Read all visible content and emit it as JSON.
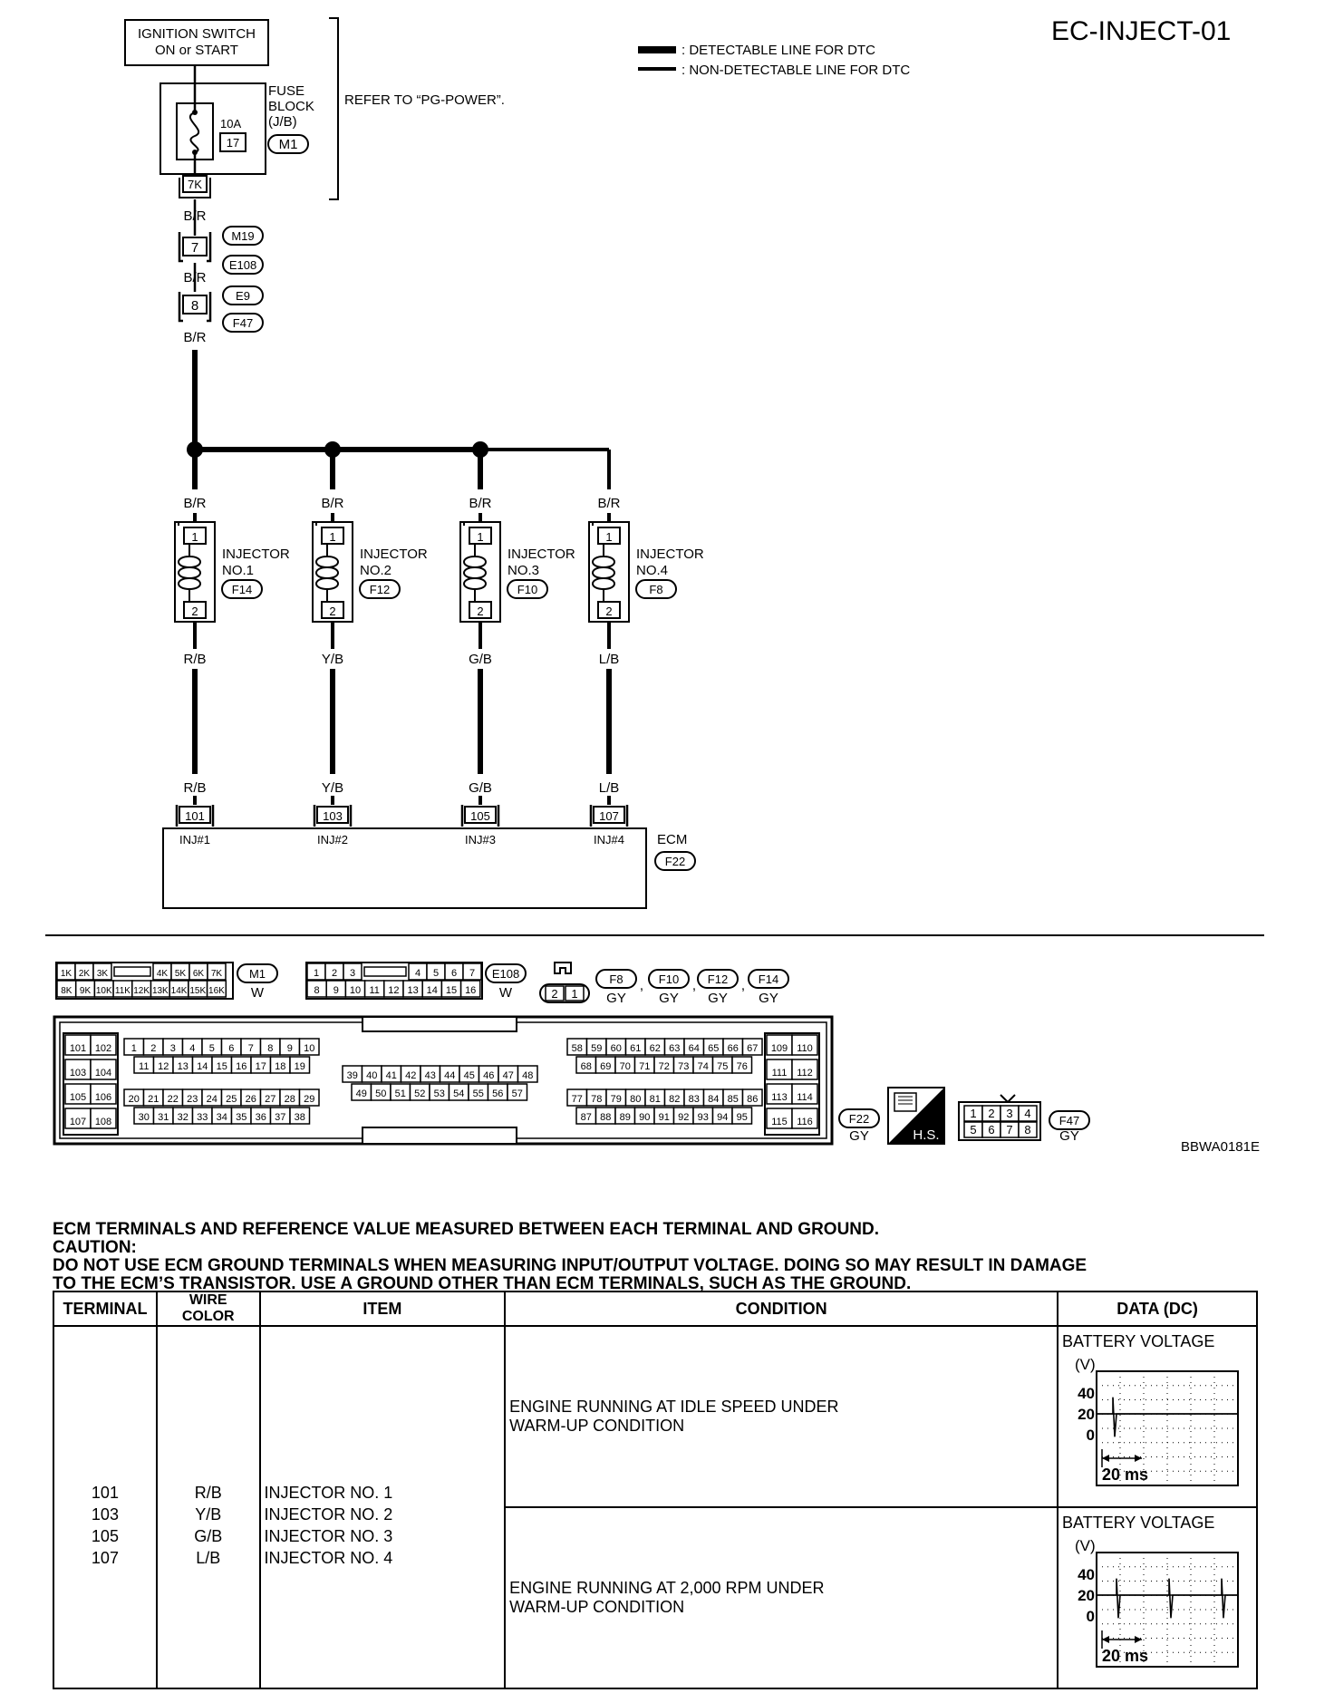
{
  "page_code": "EC-INJECT-01",
  "image_code": "BBWA0181E",
  "legend": {
    "detectable": ": DETECTABLE LINE FOR DTC",
    "non_detectable": ": NON-DETECTABLE LINE FOR DTC"
  },
  "power": {
    "switch_line1": "IGNITION SWITCH",
    "switch_line2": "ON or START",
    "fuse_label1": "FUSE",
    "fuse_label2": "BLOCK",
    "fuse_label3": "(J/B)",
    "fuse_connector": "M1",
    "fuse_rating": "10A",
    "fuse_number": "17",
    "fuse_terminal": "7K",
    "refer_text": "REFER TO “PG-POWER”.",
    "wire_color": "B/R",
    "joint1_terminal": "7",
    "joint1_connectors": [
      "M19",
      "E108"
    ],
    "joint2_terminal": "8",
    "joint2_connectors": [
      "E9",
      "F47"
    ]
  },
  "injectors": [
    {
      "label1": "INJECTOR",
      "label2": "NO.1",
      "connector": "F14",
      "in_wire": "B/R",
      "out_wire": "R/B",
      "pin1": "1",
      "pin2": "2",
      "ecm_terminal": "101",
      "ecm_label": "INJ#1"
    },
    {
      "label1": "INJECTOR",
      "label2": "NO.2",
      "connector": "F12",
      "in_wire": "B/R",
      "out_wire": "Y/B",
      "pin1": "1",
      "pin2": "2",
      "ecm_terminal": "103",
      "ecm_label": "INJ#2"
    },
    {
      "label1": "INJECTOR",
      "label2": "NO.3",
      "connector": "F10",
      "in_wire": "B/R",
      "out_wire": "G/B",
      "pin1": "1",
      "pin2": "2",
      "ecm_terminal": "105",
      "ecm_label": "INJ#3"
    },
    {
      "label1": "INJECTOR",
      "label2": "NO.4",
      "connector": "F8",
      "in_wire": "B/R",
      "out_wire": "L/B",
      "pin1": "1",
      "pin2": "2",
      "ecm_terminal": "107",
      "ecm_label": "INJ#4"
    }
  ],
  "ecm": {
    "label": "ECM",
    "connector": "F22"
  },
  "connectors": {
    "m1": {
      "name": "M1",
      "color": "W",
      "row1": [
        "1K",
        "2K",
        "3K",
        "",
        "4K",
        "5K",
        "6K",
        "7K"
      ],
      "row2": [
        "8K",
        "9K",
        "10K",
        "11K",
        "12K",
        "13K",
        "14K",
        "15K",
        "16K"
      ]
    },
    "e108": {
      "name": "E108",
      "color": "W",
      "row1": [
        "1",
        "2",
        "3",
        "",
        "4",
        "5",
        "6",
        "7"
      ],
      "row2": [
        "8",
        "9",
        "10",
        "11",
        "12",
        "13",
        "14",
        "15",
        "16"
      ]
    },
    "inj": {
      "pins": [
        "2",
        "1"
      ],
      "names": [
        "F8",
        "F10",
        "F12",
        "F14"
      ],
      "colors": [
        "GY",
        "GY",
        "GY",
        "GY"
      ],
      "sep": ","
    },
    "f22": {
      "name": "F22",
      "color": "GY",
      "left_block": [
        [
          "101",
          "102"
        ],
        [
          "103",
          "104"
        ],
        [
          "105",
          "106"
        ],
        [
          "107",
          "108"
        ]
      ],
      "g1r1": [
        "1",
        "2",
        "3",
        "4",
        "5",
        "6",
        "7",
        "8",
        "9",
        "10"
      ],
      "g1r2": [
        "11",
        "12",
        "13",
        "14",
        "15",
        "16",
        "17",
        "18",
        "19"
      ],
      "g2r1": [
        "20",
        "21",
        "22",
        "23",
        "24",
        "25",
        "26",
        "27",
        "28",
        "29"
      ],
      "g2r2": [
        "30",
        "31",
        "32",
        "33",
        "34",
        "35",
        "36",
        "37",
        "38"
      ],
      "mid_r1": [
        "39",
        "40",
        "41",
        "42",
        "43",
        "44",
        "45",
        "46",
        "47",
        "48"
      ],
      "mid_r2": [
        "49",
        "50",
        "51",
        "52",
        "53",
        "54",
        "55",
        "56",
        "57"
      ],
      "g3r1": [
        "58",
        "59",
        "60",
        "61",
        "62",
        "63",
        "64",
        "65",
        "66",
        "67"
      ],
      "g3r2": [
        "68",
        "69",
        "70",
        "71",
        "72",
        "73",
        "74",
        "75",
        "76"
      ],
      "g4r1": [
        "77",
        "78",
        "79",
        "80",
        "81",
        "82",
        "83",
        "84",
        "85",
        "86"
      ],
      "g4r2": [
        "87",
        "88",
        "89",
        "90",
        "91",
        "92",
        "93",
        "94",
        "95"
      ],
      "right_block": [
        [
          "109",
          "110"
        ],
        [
          "111",
          "112"
        ],
        [
          "113",
          "114"
        ],
        [
          "115",
          "116"
        ]
      ]
    },
    "hs": "H.S.",
    "f47": {
      "name": "F47",
      "color": "GY",
      "row1": [
        "1",
        "2",
        "3",
        "4"
      ],
      "row2": [
        "5",
        "6",
        "7",
        "8"
      ]
    }
  },
  "notes": {
    "line1": "ECM TERMINALS AND REFERENCE VALUE MEASURED BETWEEN EACH TERMINAL AND GROUND.",
    "line2": "CAUTION:",
    "line3": "DO NOT USE ECM GROUND TERMINALS WHEN MEASURING INPUT/OUTPUT VOLTAGE. DOING SO MAY RESULT IN DAMAGE",
    "line4": "TO THE ECM’S TRANSISTOR. USE A GROUND OTHER THAN ECM TERMINALS, SUCH AS THE GROUND."
  },
  "table": {
    "headers": [
      "TERMINAL",
      "WIRE COLOR",
      "ITEM",
      "CONDITION",
      "DATA (DC)"
    ],
    "terminals": [
      "101",
      "103",
      "105",
      "107"
    ],
    "wire_colors": [
      "R/B",
      "Y/B",
      "G/B",
      "L/B"
    ],
    "items": [
      "INJECTOR NO. 1",
      "INJECTOR NO. 2",
      "INJECTOR NO. 3",
      "INJECTOR NO. 4"
    ],
    "conditions": [
      {
        "line1": "ENGINE RUNNING AT IDLE SPEED UNDER",
        "line2": "WARM-UP CONDITION",
        "data_title": "BATTERY VOLTAGE",
        "scope": {
          "unit": "(V)",
          "ticks": [
            "40",
            "20",
            "0"
          ],
          "timebase": "20 ms",
          "pulses": 1
        }
      },
      {
        "line1": "ENGINE RUNNING AT 2,000 RPM UNDER",
        "line2": "WARM-UP CONDITION",
        "data_title": "BATTERY VOLTAGE",
        "scope": {
          "unit": "(V)",
          "ticks": [
            "40",
            "20",
            "0"
          ],
          "timebase": "20 ms",
          "pulses": 3
        }
      }
    ]
  }
}
